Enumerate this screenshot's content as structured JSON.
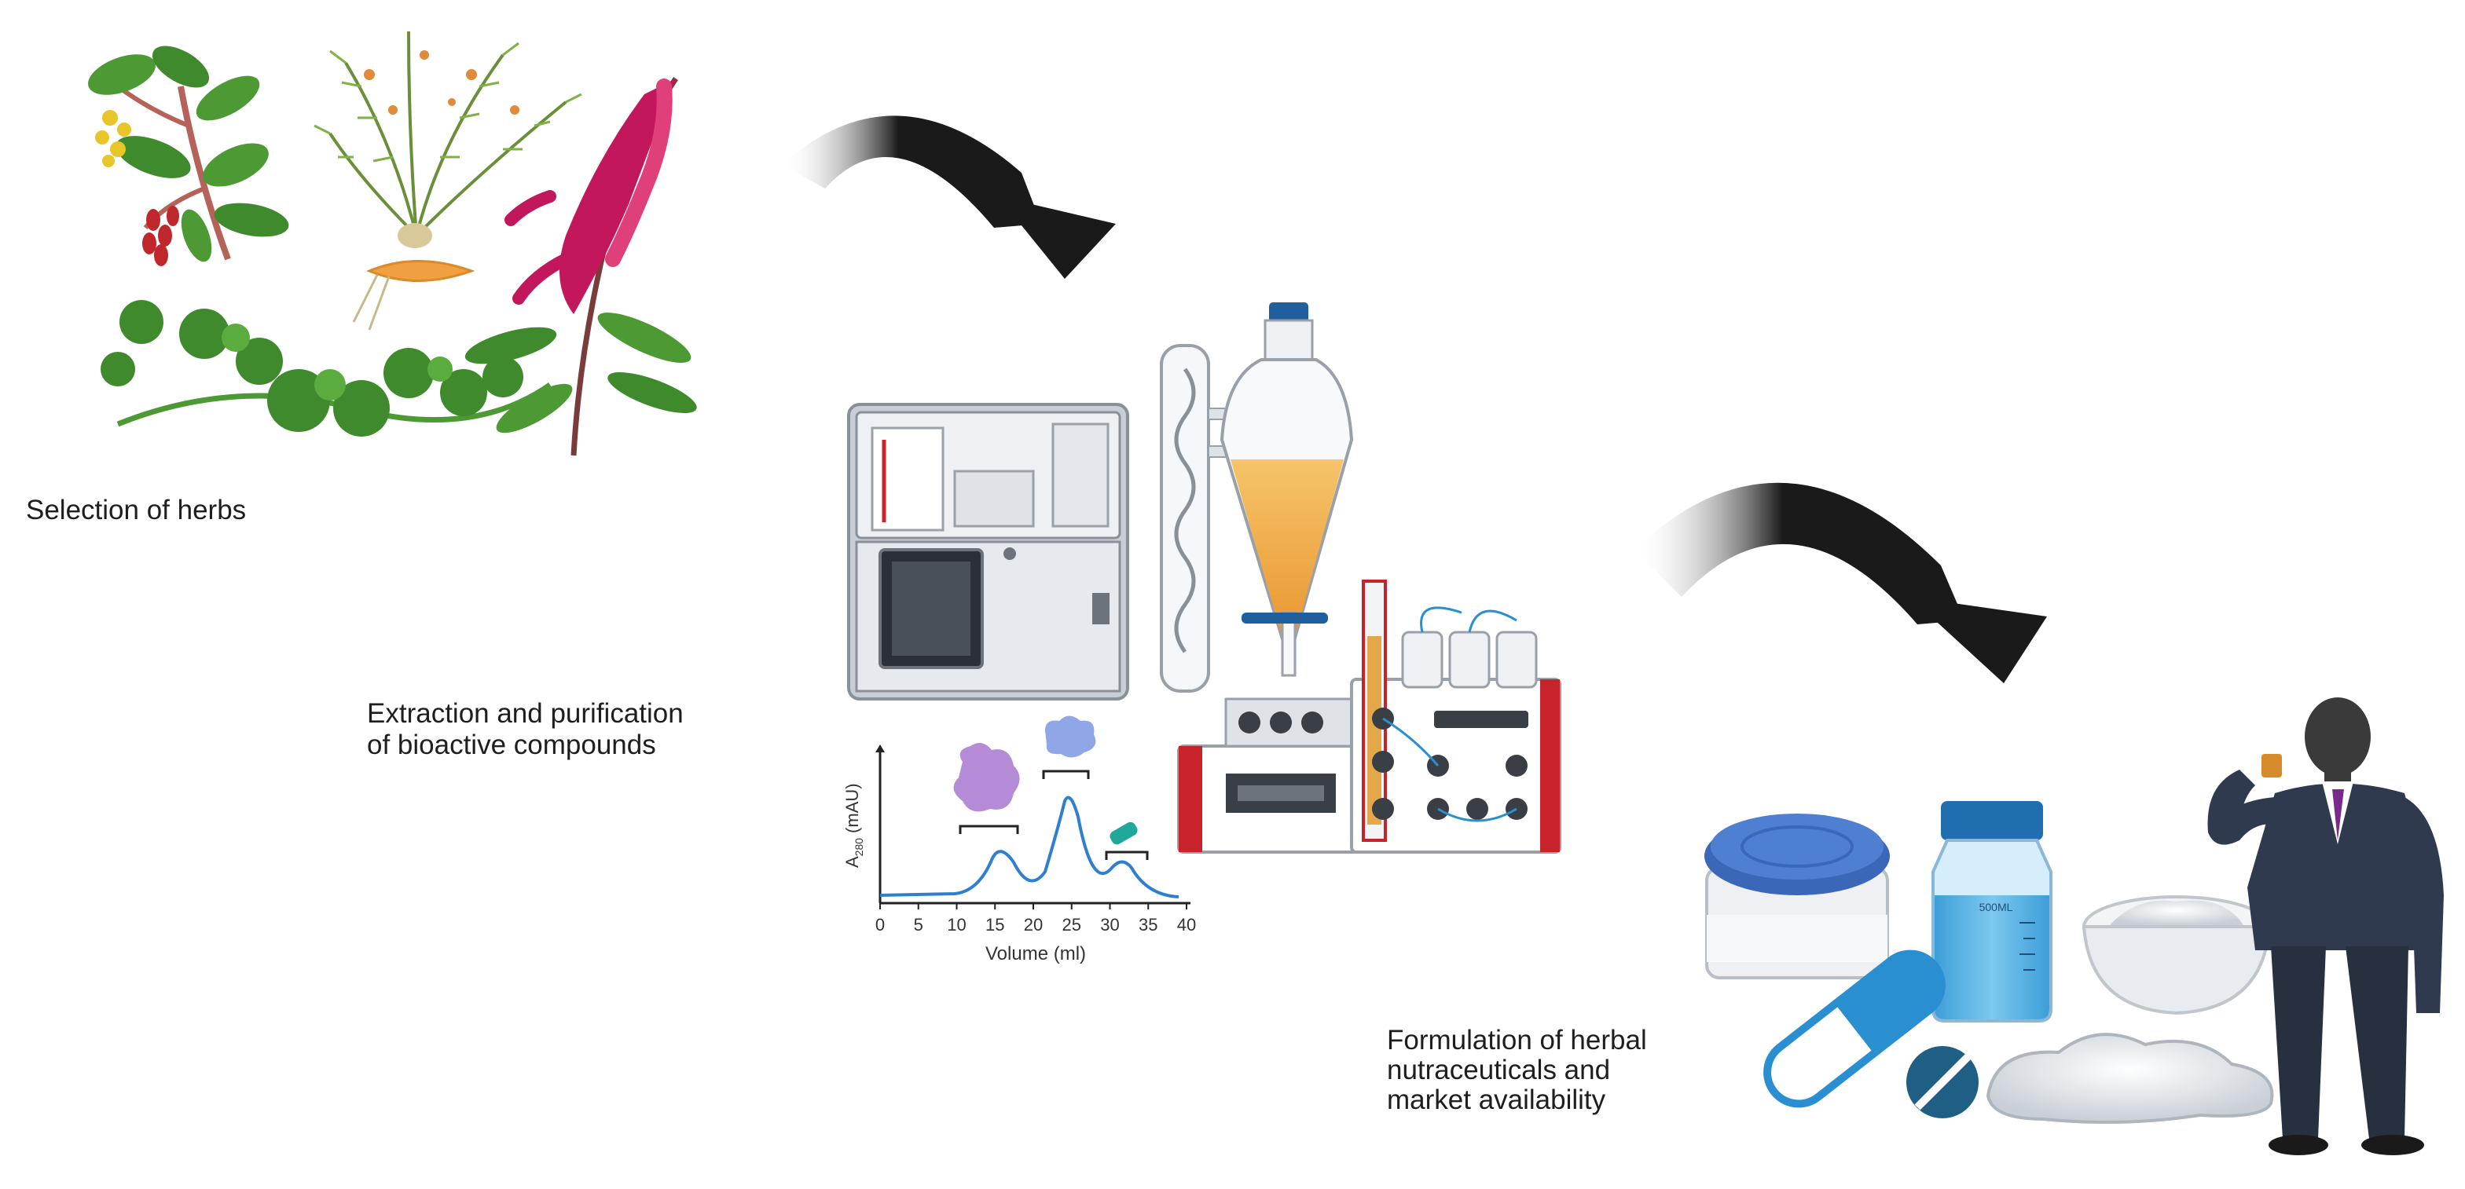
{
  "steps": [
    {
      "label": "Selection of herbs"
    },
    {
      "label_line1": "Extraction and purification",
      "label_line2": "of bioactive compounds"
    },
    {
      "label_line1": "Formulation of herbal",
      "label_line2": "nutraceuticals and",
      "label_line3": "market availability"
    }
  ],
  "chromatogram": {
    "ylabel": "A280 (mAU)",
    "ylabel_main": "A",
    "ylabel_sub": "280",
    "ylabel_unit": "(mAU)",
    "xlabel": "Volume (ml)",
    "xticks": [
      "0",
      "5",
      "10",
      "15",
      "20",
      "25",
      "30",
      "35",
      "40"
    ]
  },
  "bottle_label": "500ML",
  "colors": {
    "arrow": "#1a1a1a",
    "chromatogram_line": "#2f7fd0",
    "instrument_red": "#c8232b",
    "funnel_liquid": "#f2a93b",
    "bottle_liquid": "#5bb3e6",
    "jar_lid": "#3b67b8",
    "capsule": "#2a8fd0",
    "tablet": "#1f5f86",
    "suit": "#2f3a4e",
    "tie": "#7a2a8a",
    "amaranth": "#c2185b",
    "leaf": "#3e8e2f"
  }
}
